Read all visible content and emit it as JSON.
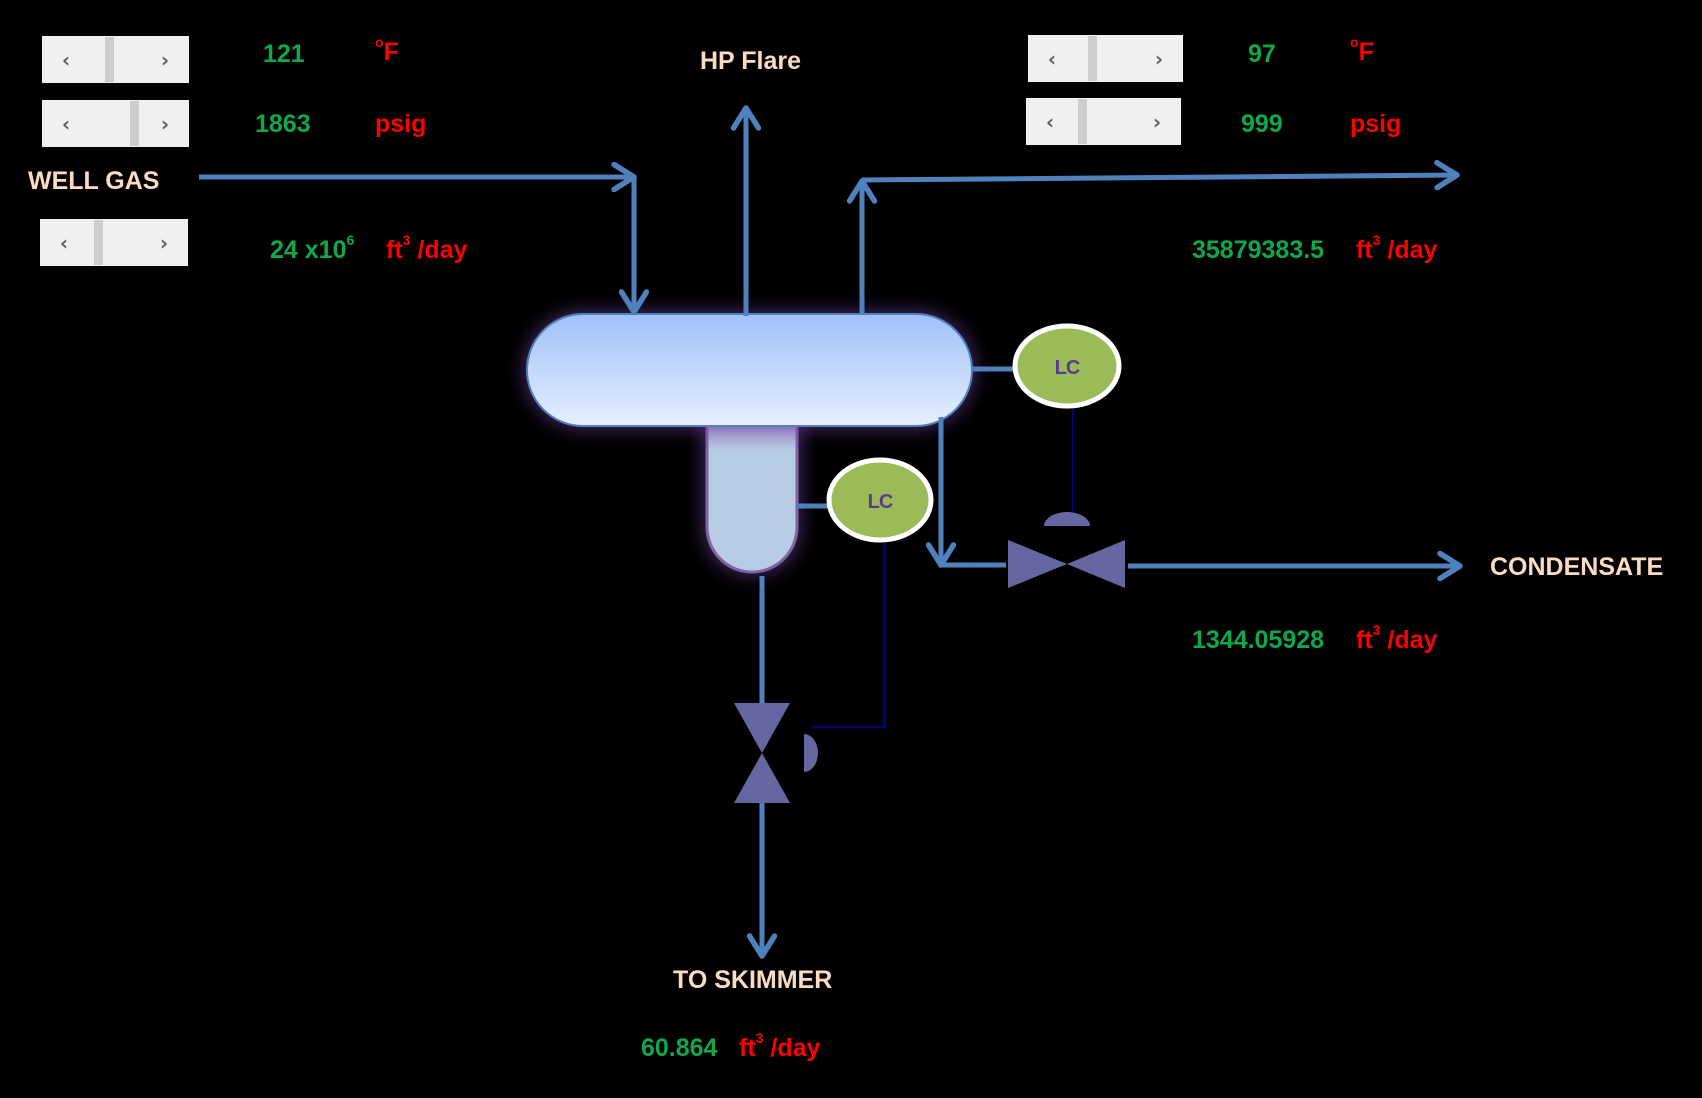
{
  "title": "Separator process diagram",
  "inlet": {
    "label": "WELL GAS",
    "temperature": {
      "value": "121",
      "unit": "oF",
      "slider_fraction": 0.39
    },
    "pressure": {
      "value": "1863",
      "unit": "psig",
      "slider_fraction": 0.88
    },
    "flow": {
      "value": "24",
      "exp_prefix": "x10",
      "exp": "6",
      "unit_base": "ft",
      "unit_exp": "3",
      "unit_rest": "/day",
      "slider_fraction": 0.2
    }
  },
  "gas_outlet": {
    "temperature": {
      "value": "97",
      "unit": "oF",
      "slider_fraction": 0.28
    },
    "pressure": {
      "value": "999",
      "unit": "psig",
      "slider_fraction": 0.13
    },
    "flow": {
      "value": "35879383.5",
      "unit_base": "ft",
      "unit_exp": "3",
      "unit_rest": "/day"
    }
  },
  "flare": {
    "label": "HP Flare"
  },
  "condensate": {
    "label": "CONDENSATE",
    "flow": {
      "value": "1344.05928",
      "unit_base": "ft",
      "unit_exp": "3",
      "unit_rest": "/day"
    }
  },
  "skimmer": {
    "label": "TO SKIMMER",
    "flow": {
      "value": "60.864",
      "unit_base": "ft",
      "unit_exp": "3",
      "unit_rest": "/day"
    }
  },
  "controllers": [
    {
      "label": "LC"
    },
    {
      "label": "LC"
    }
  ],
  "scrollbar": {
    "left_arrow": "‹",
    "right_arrow": "›"
  },
  "colors": {
    "pipe": "#4f81bd",
    "value_green": "#0da84b",
    "unit_red": "#ff0000",
    "label_peach": "#fbdcc2",
    "controller_green": "#9bbb59",
    "valve": "#6667a0",
    "signal_line": "#000080"
  }
}
